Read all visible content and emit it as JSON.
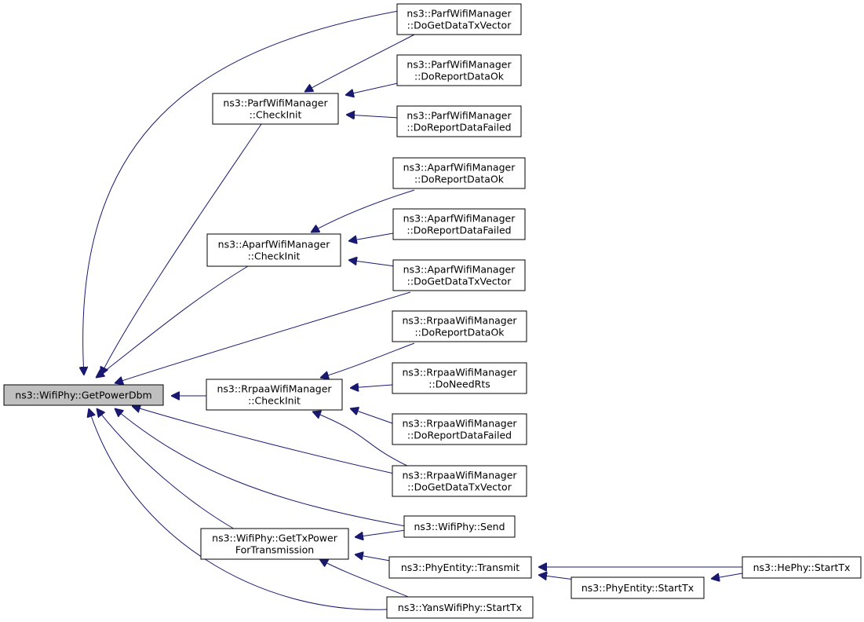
{
  "nodes": {
    "root": {
      "lines": [
        "ns3::WifiPhy::GetPowerDbm"
      ]
    },
    "parf_check": {
      "lines": [
        "ns3::ParfWifiManager",
        "::CheckInit"
      ]
    },
    "parf_dgdtv": {
      "lines": [
        "ns3::ParfWifiManager",
        "::DoGetDataTxVector"
      ]
    },
    "parf_drdok": {
      "lines": [
        "ns3::ParfWifiManager",
        "::DoReportDataOk"
      ]
    },
    "parf_drdf": {
      "lines": [
        "ns3::ParfWifiManager",
        "::DoReportDataFailed"
      ]
    },
    "aparf_check": {
      "lines": [
        "ns3::AparfWifiManager",
        "::CheckInit"
      ]
    },
    "aparf_drdok": {
      "lines": [
        "ns3::AparfWifiManager",
        "::DoReportDataOk"
      ]
    },
    "aparf_drdf": {
      "lines": [
        "ns3::AparfWifiManager",
        "::DoReportDataFailed"
      ]
    },
    "aparf_dgdtv": {
      "lines": [
        "ns3::AparfWifiManager",
        "::DoGetDataTxVector"
      ]
    },
    "rrpaa_check": {
      "lines": [
        "ns3::RrpaaWifiManager",
        "::CheckInit"
      ]
    },
    "rrpaa_drdok": {
      "lines": [
        "ns3::RrpaaWifiManager",
        "::DoReportDataOk"
      ]
    },
    "rrpaa_dnr": {
      "lines": [
        "ns3::RrpaaWifiManager",
        "::DoNeedRts"
      ]
    },
    "rrpaa_drdf": {
      "lines": [
        "ns3::RrpaaWifiManager",
        "::DoReportDataFailed"
      ]
    },
    "rrpaa_dgdtv": {
      "lines": [
        "ns3::RrpaaWifiManager",
        "::DoGetDataTxVector"
      ]
    },
    "gettxpower": {
      "lines": [
        "ns3::WifiPhy::GetTxPower",
        "ForTransmission"
      ]
    },
    "send": {
      "lines": [
        "ns3::WifiPhy::Send"
      ]
    },
    "transmit": {
      "lines": [
        "ns3::PhyEntity::Transmit"
      ]
    },
    "yans": {
      "lines": [
        "ns3::YansWifiPhy::StartTx"
      ]
    },
    "pe_starttx": {
      "lines": [
        "ns3::PhyEntity::StartTx"
      ]
    },
    "he_starttx": {
      "lines": [
        "ns3::HePhy::StartTx"
      ]
    }
  },
  "edges": [
    [
      "parf_check",
      "root"
    ],
    [
      "parf_dgdtv",
      "root"
    ],
    [
      "parf_dgdtv",
      "parf_check"
    ],
    [
      "parf_drdok",
      "parf_check"
    ],
    [
      "parf_drdf",
      "parf_check"
    ],
    [
      "aparf_check",
      "root"
    ],
    [
      "aparf_drdok",
      "aparf_check"
    ],
    [
      "aparf_drdf",
      "aparf_check"
    ],
    [
      "aparf_dgdtv",
      "aparf_check"
    ],
    [
      "aparf_dgdtv",
      "root"
    ],
    [
      "rrpaa_check",
      "root"
    ],
    [
      "rrpaa_drdok",
      "rrpaa_check"
    ],
    [
      "rrpaa_dnr",
      "rrpaa_check"
    ],
    [
      "rrpaa_drdf",
      "rrpaa_check"
    ],
    [
      "rrpaa_dgdtv",
      "rrpaa_check"
    ],
    [
      "rrpaa_dgdtv",
      "root"
    ],
    [
      "send",
      "root"
    ],
    [
      "send",
      "gettxpower"
    ],
    [
      "gettxpower",
      "root"
    ],
    [
      "transmit",
      "gettxpower"
    ],
    [
      "yans",
      "gettxpower"
    ],
    [
      "yans",
      "root"
    ],
    [
      "he_starttx",
      "transmit"
    ],
    [
      "pe_starttx",
      "transmit"
    ],
    [
      "he_starttx",
      "pe_starttx"
    ]
  ],
  "colors": {
    "edge": "#191970",
    "root_fill": "#bfbfbf",
    "node_fill": "#ffffff",
    "node_stroke": "#000000"
  }
}
